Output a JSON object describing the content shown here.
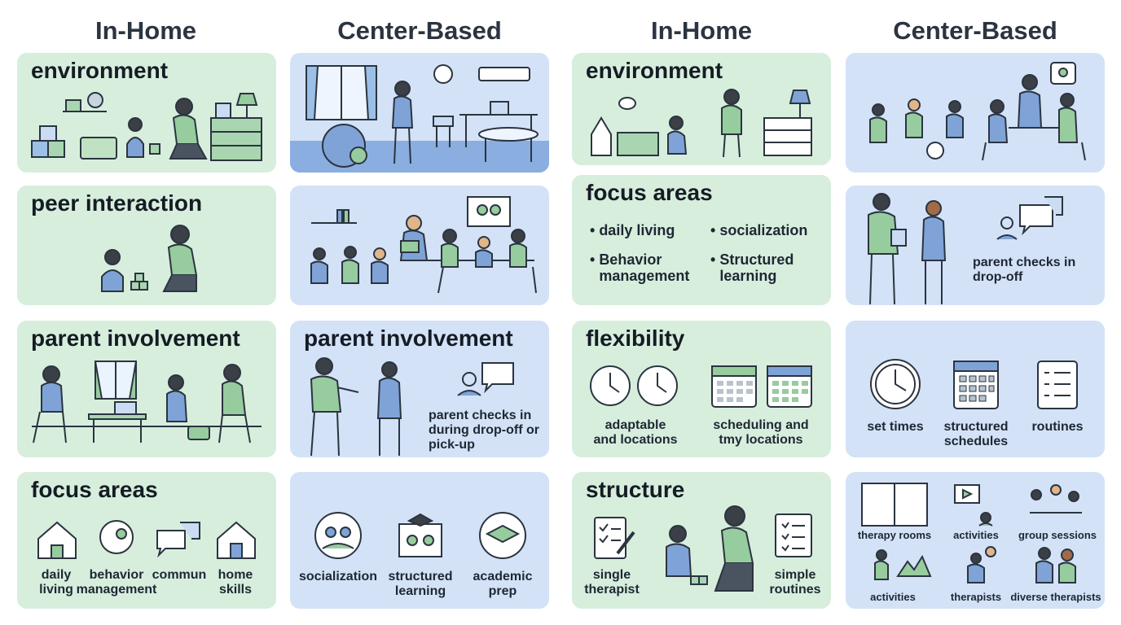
{
  "headers": [
    "In-Home",
    "Center-Based",
    "In-Home",
    "Center-Based"
  ],
  "col1": {
    "environment": {
      "title": "environment"
    },
    "peer": {
      "title": "peer interaction"
    },
    "parent": {
      "title": "parent involvement"
    },
    "focus": {
      "title": "focus areas",
      "items": [
        "daily\nliving",
        "behavior\nmanagement",
        "commun",
        "home\nskills"
      ]
    }
  },
  "col2": {
    "parent": {
      "title": "parent involvement",
      "note": "parent checks in during drop-off or pick-up"
    },
    "focus": {
      "items": [
        "socialization",
        "structured\nlearning",
        "academic\nprep"
      ]
    }
  },
  "col3": {
    "environment": {
      "title": "environment"
    },
    "focus": {
      "title": "focus areas",
      "bullets": [
        "daily living",
        "socialization",
        "Behavior\nmanagement",
        "Structured\nlearning"
      ]
    },
    "flex": {
      "title": "flexibility",
      "items": [
        "adaptable\nand locations",
        "scheduling and\ntmy locations"
      ]
    },
    "structure": {
      "title": "structure",
      "items": [
        "single\ntherapist",
        "simple\nroutines"
      ]
    }
  },
  "col4": {
    "parent": {
      "note": "parent checks in\ndrop-off"
    },
    "schedule": {
      "items": [
        "set times",
        "structured\nschedules",
        "routines"
      ]
    },
    "resources": {
      "items": [
        "therapy rooms",
        "activities",
        "group sessions",
        "activities",
        "therapists",
        "diverse therapists"
      ]
    }
  },
  "colors": {
    "green_card": "#d7eedd",
    "blue_card": "#d3e2f7",
    "stroke": "#2b3440",
    "green_fill": "#97cc9e",
    "blue_fill": "#7fa3d6"
  }
}
